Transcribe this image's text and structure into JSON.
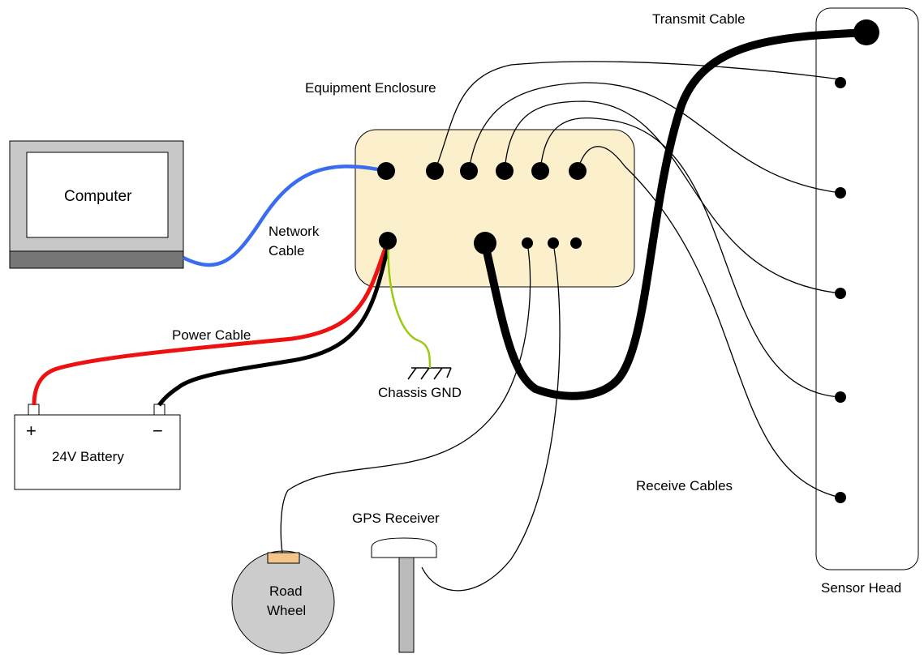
{
  "labels": {
    "transmit_cable": "Transmit Cable",
    "equipment_enclosure": "Equipment Enclosure",
    "computer": "Computer",
    "network_cable_line1": "Network",
    "network_cable_line2": "Cable",
    "power_cable": "Power Cable",
    "chassis_gnd": "Chassis GND",
    "battery": "24V Battery",
    "battery_plus": "+",
    "battery_minus": "−",
    "receive_cables": "Receive Cables",
    "gps_receiver": "GPS Receiver",
    "road_wheel_line1": "Road",
    "road_wheel_line2": "Wheel",
    "sensor_head": "Sensor Head"
  },
  "colors": {
    "enclosure_fill": "#fcf0cc",
    "network_cable": "#3a6cf0",
    "power_positive": "#ee1111",
    "power_negative": "#000000",
    "ground_wire": "#99cc11",
    "monitor_frame": "#c8c8c8",
    "monitor_base": "#777777",
    "road_wheel": "#cccccc",
    "wheel_sensor": "#f4c58a",
    "gps_pole": "#bbbbbb"
  }
}
